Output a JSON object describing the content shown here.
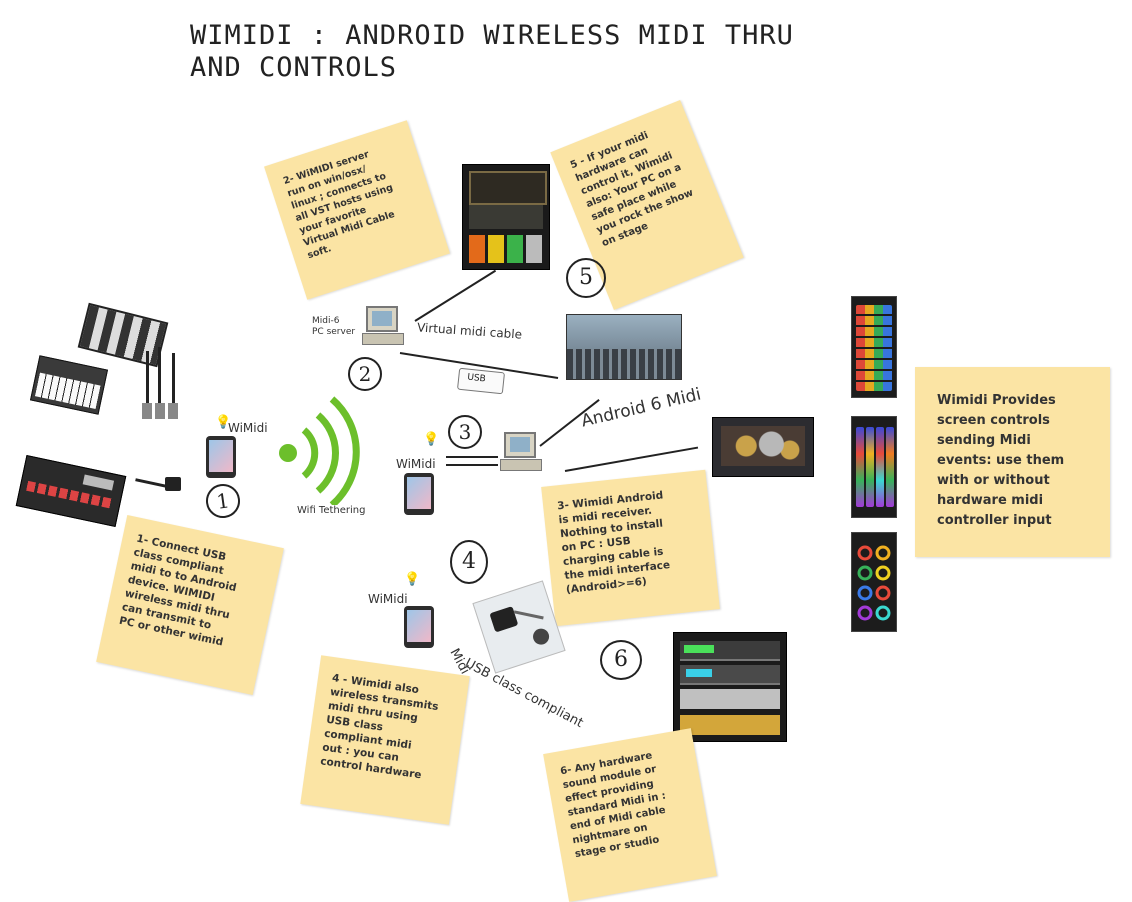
{
  "title": {
    "line1": "WIMIDI : ANDROID WIRELESS MIDI THRU",
    "line2": "AND CONTROLS"
  },
  "notes": {
    "n1": [
      "1- Connect USB",
      "class compliant",
      "midi to to Android",
      "device. WIMIDI",
      "wireless midi thru",
      "can transmit to",
      "PC or other wimid"
    ],
    "n2": [
      "2- WiMIDI server",
      "run on win/osx/",
      "linux ; connects to",
      "all VST hosts using",
      "your favorite",
      "Virtual Midi Cable",
      "soft."
    ],
    "n3": [
      "3- Wimidi Android",
      "is midi receiver.",
      "Nothing to install",
      "on PC : USB",
      "charging cable is",
      "the midi interface",
      "(Android>=6)"
    ],
    "n4": [
      "4 - Wimidi also",
      "wireless transmits",
      "midi thru using",
      "USB class",
      "compliant midi",
      "out : you can",
      "control hardware"
    ],
    "n5": [
      "5 - If your midi",
      "hardware can",
      "control it, Wimidi",
      "also: Your PC on a",
      "safe place while",
      "you rock the show",
      "on stage"
    ],
    "n6": [
      "6- Any hardware",
      "sound module or",
      "effect providing",
      "standard Midi in :",
      "end of Midi cable",
      "nightmare on",
      "stage or studio"
    ],
    "n7": [
      "Wimidi Provides",
      "screen controls",
      "sending Midi",
      "events: use them",
      "with or without",
      "hardware midi",
      "controller input"
    ]
  },
  "labels": {
    "wimidi_1": "WiMidi",
    "wimidi_2": "WiMidi",
    "wimidi_3": "WiMidi",
    "wifi_tethering": "Wifi Tethering",
    "midi_pc_server": "Midi-6\nPC server",
    "virtual_midi_cable": "Virtual midi cable",
    "android_6_midi": "Android 6 Midi",
    "usb_class_compliant": "USB class compliant",
    "usb_midi": "Midi",
    "usb_tag": "USB"
  },
  "step_numbers": [
    "1",
    "2",
    "3",
    "4",
    "5",
    "6"
  ],
  "icons": [
    "midi-keyboard-icon",
    "midi-pad-controller-icon",
    "usb-midi-cables-icon",
    "drum-machine-icon",
    "usb-otg-adapter-icon",
    "android-phone-icon",
    "wifi-signal-icon",
    "pc-server-icon",
    "guitar-amp-plugin-screenshot",
    "recording-studio-photo",
    "drum-plugin-screenshot",
    "usb-midi-interface-icon",
    "hardware-rack-photo",
    "pad-controller-screen",
    "fader-controller-screen",
    "knob-controller-screen"
  ],
  "colors": {
    "sticky_note": "#fbe4a4",
    "wifi_green": "#6cbf2b",
    "ink": "#222222"
  }
}
